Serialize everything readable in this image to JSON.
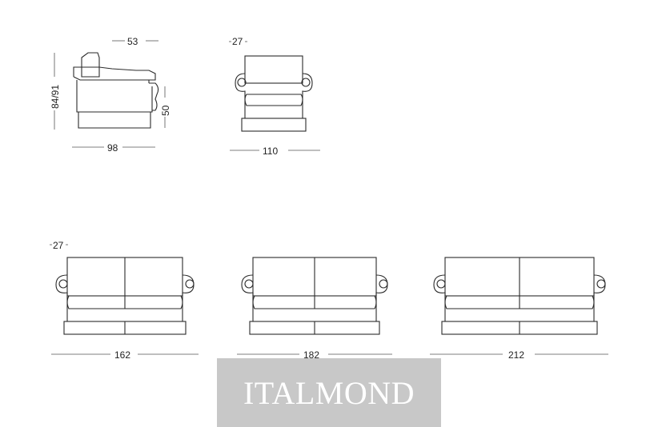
{
  "dimensions": {
    "armchair_side": {
      "depth_top": "53",
      "height": "84/91",
      "seat_height": "50",
      "depth": "98"
    },
    "armchair_front": {
      "arm": "27",
      "width": "110"
    },
    "sofa_1": {
      "arm": "27",
      "width": "162"
    },
    "sofa_2": {
      "width": "182"
    },
    "sofa_3": {
      "width": "212"
    }
  },
  "watermark": "ITALMOND"
}
